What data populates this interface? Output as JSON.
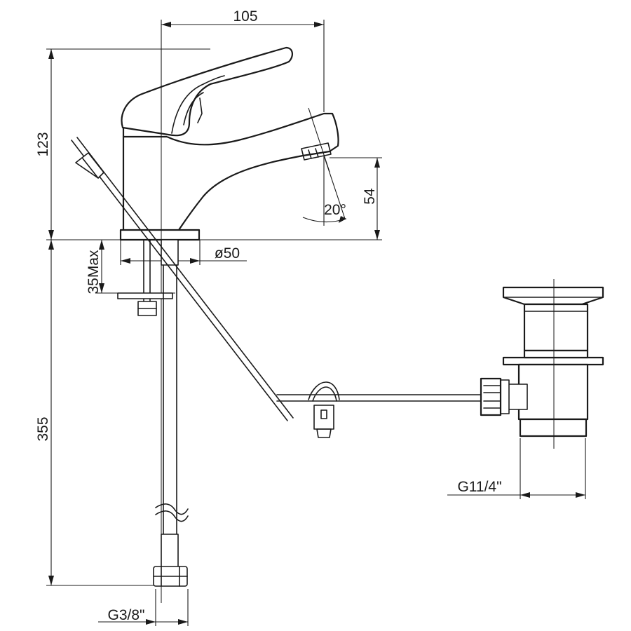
{
  "dimensions": {
    "width_top": "105",
    "height_total": "123",
    "spout_height": "54",
    "spout_angle": "20°",
    "base_diameter": "ø50",
    "deck_thickness": "35Max",
    "hose_length": "355",
    "inlet_thread": "G3/8\"",
    "waste_thread": "G11/4\""
  }
}
